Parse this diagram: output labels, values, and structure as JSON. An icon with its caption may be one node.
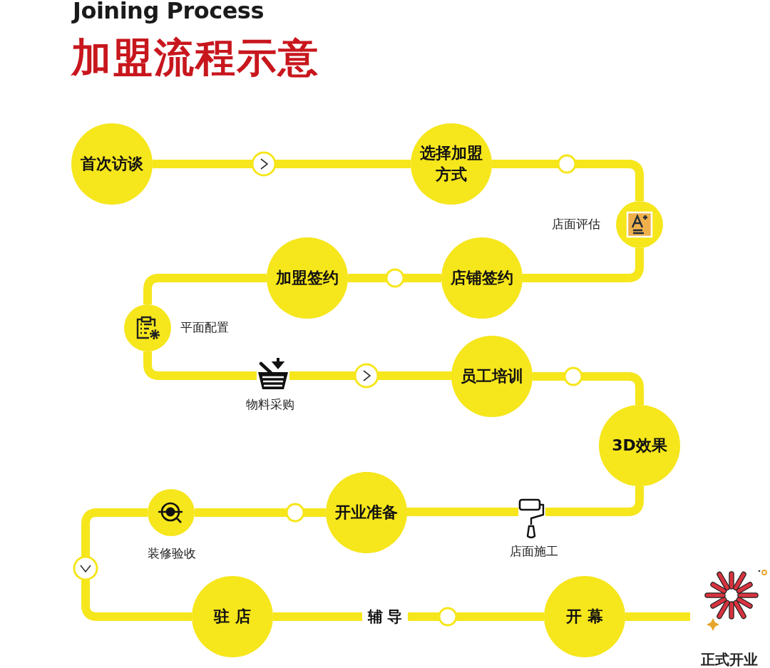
{
  "diagram": {
    "title": "加盟流程示意",
    "nodes": [
      {
        "text": [
          "首次访谈"
        ]
      },
      {
        "text": [
          "选择加盟方式"
        ]
      },
      {
        "text": [],
        "shape": "circle",
        "beside": [
          "店面评估"
        ]
      },
      {
        "text": [
          "店铺签约"
        ]
      },
      {
        "text": [
          "加盟签约"
        ]
      },
      {
        "text": [],
        "shape": "circle",
        "beside": [
          "平面配置"
        ]
      },
      {
        "text": [],
        "shape": "picture",
        "beside": [
          "物料采购"
        ]
      },
      {
        "text": [
          "员工培训"
        ]
      },
      {
        "text": [
          "3D效果"
        ]
      },
      {
        "text": [],
        "shape": "picture",
        "beside": [
          "店面施工"
        ]
      },
      {
        "text": [
          "开业准备"
        ]
      },
      {
        "text": [],
        "shape": "circle",
        "beside": [
          "装修验收"
        ]
      },
      {
        "text": [
          "驻店"
        ]
      },
      {
        "text": [
          "开幕"
        ]
      },
      {
        "text": [],
        "shape": "picture",
        "beside": [
          "正式开业"
        ]
      }
    ],
    "edges": [
      {
        "from": 0,
        "to": 1,
        "arrow": "to"
      },
      {
        "from": 1,
        "to": 2,
        "arrow": "none"
      },
      {
        "from": 2,
        "to": 3,
        "arrow": "none"
      },
      {
        "from": 3,
        "to": 4,
        "arrow": "none"
      },
      {
        "from": 4,
        "to": 5,
        "arrow": "none"
      },
      {
        "from": 5,
        "to": 6,
        "arrow": "none"
      },
      {
        "from": 6,
        "to": 7,
        "arrow": "to"
      },
      {
        "from": 7,
        "to": 8,
        "arrow": "none"
      },
      {
        "from": 8,
        "to": 9,
        "arrow": "none"
      },
      {
        "from": 9,
        "to": 10,
        "arrow": "none"
      },
      {
        "from": 10,
        "to": 11,
        "arrow": "none"
      },
      {
        "from": 11,
        "to": 12,
        "arrow": "to"
      },
      {
        "from": 12,
        "to": 13,
        "label": "辅导",
        "arrow": "none"
      },
      {
        "from": 13,
        "to": 14,
        "arrow": "none"
      }
    ],
    "labels": [
      "Joining Process"
    ]
  }
}
